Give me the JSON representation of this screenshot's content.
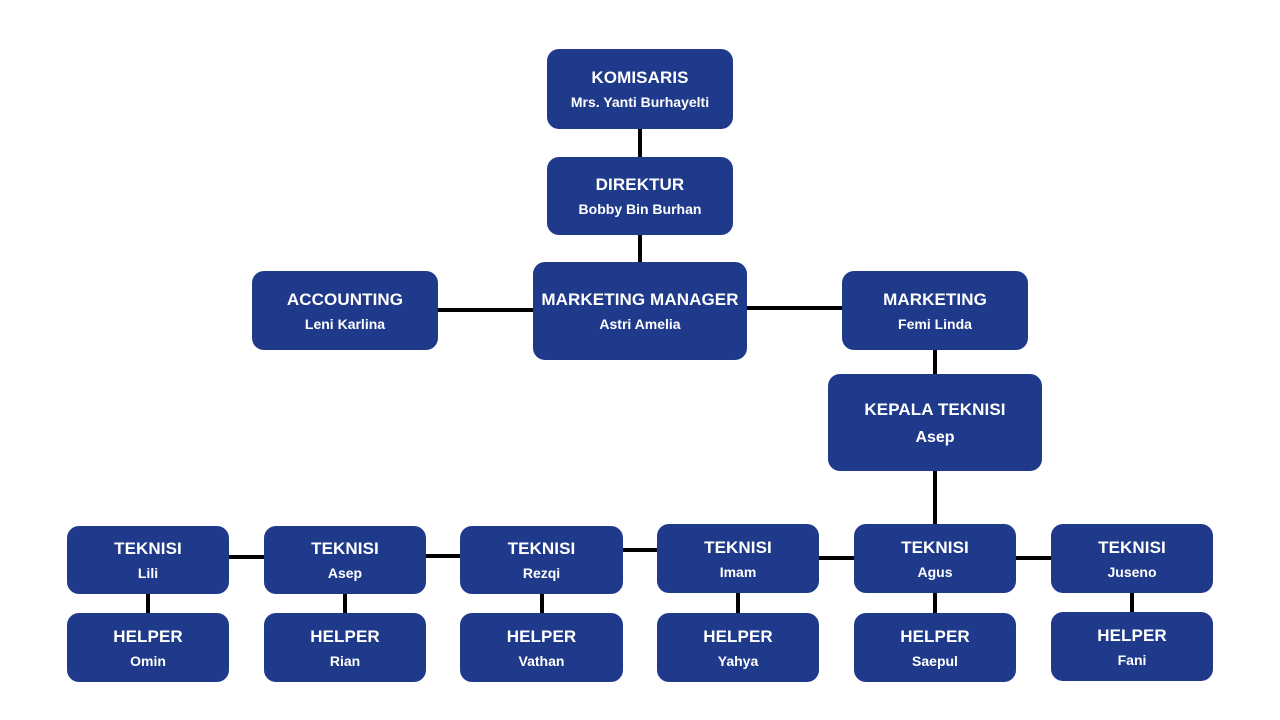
{
  "colors": {
    "box": "#1f3a8a",
    "text": "#ffffff",
    "line": "#000000"
  },
  "org": {
    "komisaris": {
      "role": "KOMISARIS",
      "name": "Mrs. Yanti Burhayelti"
    },
    "direktur": {
      "role": "DIREKTUR",
      "name": "Bobby Bin Burhan"
    },
    "accounting": {
      "role": "ACCOUNTING",
      "name": "Leni Karlina"
    },
    "marketing_manager": {
      "role": "MARKETING MANAGER",
      "name": "Astri Amelia"
    },
    "marketing": {
      "role": "MARKETING",
      "name": "Femi Linda"
    },
    "kepala_teknisi": {
      "role": "KEPALA TEKNISI",
      "name": "Asep"
    },
    "teknisi": [
      {
        "role": "TEKNISI",
        "name": "Lili"
      },
      {
        "role": "TEKNISI",
        "name": "Asep"
      },
      {
        "role": "TEKNISI",
        "name": "Rezqi"
      },
      {
        "role": "TEKNISI",
        "name": "Imam"
      },
      {
        "role": "TEKNISI",
        "name": "Agus"
      },
      {
        "role": "TEKNISI",
        "name": "Juseno"
      }
    ],
    "helpers": [
      {
        "role": "HELPER",
        "name": "Omin"
      },
      {
        "role": "HELPER",
        "name": "Rian"
      },
      {
        "role": "HELPER",
        "name": "Vathan"
      },
      {
        "role": "HELPER",
        "name": "Yahya"
      },
      {
        "role": "HELPER",
        "name": "Saepul"
      },
      {
        "role": "HELPER",
        "name": "Fani"
      }
    ]
  }
}
